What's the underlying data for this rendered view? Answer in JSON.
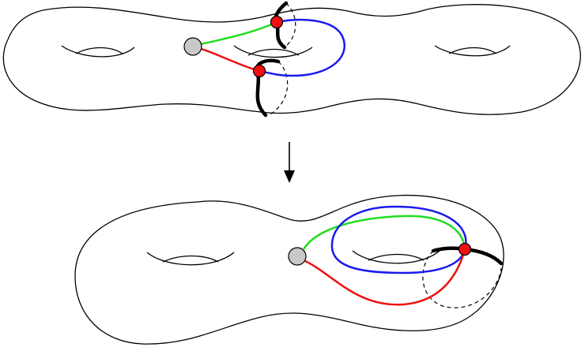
{
  "diagram": {
    "description_free": true,
    "colors": {
      "outline": "#000000",
      "green_curve": "#22dd22",
      "blue_curve": "#1a1aee",
      "red_curve": "#ee1111",
      "basepoint_fill": "#c8c8c8",
      "marked_point_fill": "#ee1111",
      "background": "#ffffff"
    },
    "arrow": "down",
    "top_surface": {
      "genus": 3
    },
    "bottom_surface": {
      "genus": 2
    }
  }
}
